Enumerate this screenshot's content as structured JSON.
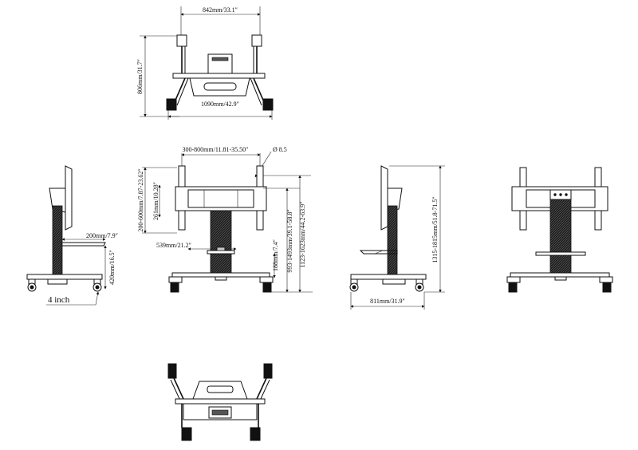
{
  "dimensions": {
    "top_width": "842mm/33.1″",
    "top_depth": "806mm/31.7″",
    "top_base": "1090mm/42.9″",
    "vesa_width": "300-800mm/11.81-35.50″",
    "hole_diameter": "Ø 8.5",
    "vesa_height": "200-600mm/7.87-23.62″",
    "bracket_height": "261mm/10.28″",
    "column_width": "539mm/21.2″",
    "shelf_height": "188mm/7.4″",
    "range_1": "993-1493mm/39.1-58.8″",
    "range_2": "1123-1623mm/44.2-63.9″",
    "shelf_depth": "200mm/7.9″",
    "shelf_level": "420mm/16.5″",
    "caster": "4 inch",
    "side_depth": "811mm/31.9″",
    "total_height": "1315-1815mm/51.8-71.5″"
  },
  "colors": {
    "line": "#111111",
    "background": "#ffffff"
  }
}
